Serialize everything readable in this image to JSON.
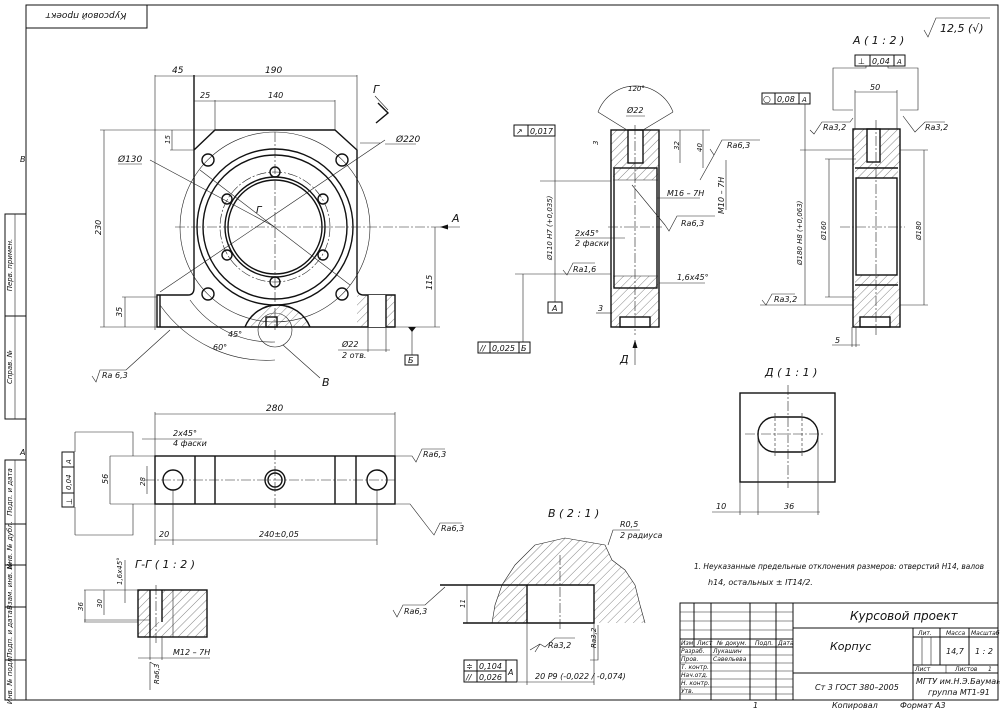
{
  "sheet": {
    "corner_stamp": "Курсовой проект",
    "zone_markers": [
      "В",
      "А"
    ],
    "bottom_marker": "1",
    "copied_label": "Копировал",
    "format_label": "Формат А3",
    "side_stamp": [
      "Перв. примен.",
      "Справ. №",
      "Подп. и дата",
      "Инв. № дубл.",
      "Взам. инв. №",
      "Подп. и дата",
      "Инв. № подл."
    ]
  },
  "roughness_general": {
    "value": "12,5",
    "suffix": "(√)"
  },
  "main_view": {
    "dims": {
      "d45": "45",
      "d190": "190",
      "d25": "25",
      "d140": "140",
      "d15": "15",
      "d230": "230",
      "d35": "35",
      "d115": "115",
      "d130": "Ø130",
      "d220": "Ø220",
      "a45": "45°",
      "a60": "60°",
      "d22": "Ø22",
      "d22_note": "2 отв."
    },
    "labels": {
      "section_g": "Г",
      "view_a": "А",
      "detail_b": "В",
      "base_b": "Б",
      "ra": "Ra 6,3"
    }
  },
  "section_view": {
    "dims": {
      "angle": "120°",
      "d22": "Ø22",
      "d3": "3",
      "d32": "32",
      "d40": "40",
      "m16": "М16 – 7Н",
      "m10": "М10 – 7Н",
      "d110": "Ø110 Н7 (+0,035)",
      "chamfer1": "2x45°",
      "chamfer1_note": "2 фаски",
      "chamfer2": "1,6x45°",
      "d3b": "3"
    },
    "roughness": [
      "Ra6,3",
      "Ra6,3",
      "Ra1,6"
    ],
    "tolerances": {
      "runout": {
        "value": "0,017"
      },
      "parallel": {
        "value": "0,025",
        "base": "Б"
      }
    },
    "base": "А",
    "view_d": "Д"
  },
  "view_a": {
    "title": "А ( 1 : 2 )",
    "perp_tol": {
      "value": "0,04",
      "base": "А"
    },
    "circ_tol": {
      "value": "0,08",
      "base": "А"
    },
    "dims": {
      "d50": "50",
      "d180h8": "Ø180 Н8 (+0,063)",
      "d160": "Ø160",
      "d180": "Ø180",
      "d5": "5"
    },
    "roughness": [
      "Ra3,2",
      "Ra3,2",
      "Ra3,2"
    ]
  },
  "bottom_view": {
    "dims": {
      "d280": "280",
      "chamfer": "2x45°",
      "chamfer_note": "4 фаски",
      "d56": "56",
      "d28": "28",
      "d20": "20",
      "d240": "240±0,05"
    },
    "perp_tol": {
      "value": "0,04",
      "base": "А"
    },
    "roughness": [
      "Ra6,3",
      "Ra6,3"
    ]
  },
  "view_gg": {
    "title": "Г-Г ( 1 : 2 )",
    "dims": {
      "chamfer": "1,6x45°",
      "d36": "36",
      "d30": "30",
      "m12": "М12 – 7Н"
    },
    "roughness": "Ra6,3"
  },
  "view_b": {
    "title": "В ( 2 : 1 )",
    "dims": {
      "r05": "R0,5",
      "r05_note": "2 радиуса",
      "d11": "11",
      "d20p9": "20 Р9 (-0,022 / -0,074)"
    },
    "roughness": [
      "Ra6,3",
      "Ra3,2",
      "Ra3,2"
    ],
    "tolerances": [
      {
        "value": "0,104"
      },
      {
        "value": "0,026"
      }
    ],
    "tol_base": "А"
  },
  "view_d": {
    "title": "Д ( 1 : 1 )",
    "dims": {
      "d10": "10",
      "d36": "36"
    }
  },
  "notes": {
    "line1": "1.   Неуказанные предельные отклонения размеров: отверстий Н14, валов",
    "line2": "h14, остальных ± IT14/2."
  },
  "title_block": {
    "project": "Курсовой проект",
    "part_name": "Корпус",
    "material": "Ст 3 ГОСТ 380–2005",
    "org_line1": "МГТУ им.Н.Э.Баумана",
    "org_line2": "группа МТ1-91",
    "headers": {
      "izm": "Изм.",
      "list": "Лист",
      "doc": "№ докум.",
      "sign": "Подп.",
      "date": "Дата",
      "lit": "Лит.",
      "mass": "Масса",
      "scale": "Масштаб",
      "sheet": "Лист",
      "sheets": "Листов"
    },
    "roles": [
      "Разраб.",
      "Пров.",
      "Т. контр.",
      "Нач.отд.",
      "Н. контр.",
      "Утв."
    ],
    "people": [
      "Лукашин",
      "Савельева"
    ],
    "mass": "14,7",
    "scale": "1 : 2",
    "sheets_count": "1"
  }
}
